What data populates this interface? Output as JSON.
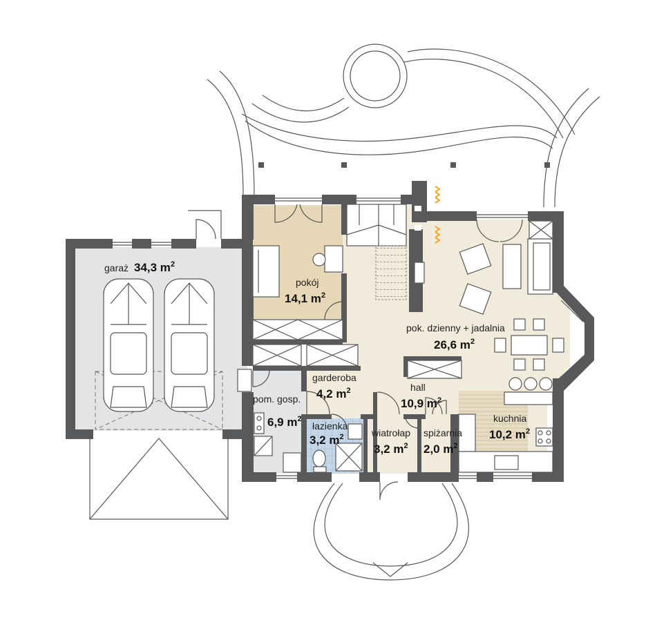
{
  "colors": {
    "wall": "#58595b",
    "living_floor": "#f1ebdc",
    "room_pokoj": "#e6d7b6",
    "garage_floor": "#e3e4e5",
    "bathroom_tiles": "#c5d7e6",
    "outline": "#666666",
    "fireplace_accent": "#f3a72b"
  },
  "rooms": {
    "garaz": {
      "name": "garaż",
      "area": "34,3 m",
      "sup": "2"
    },
    "pokoj": {
      "name": "pokój",
      "area": "14,1 m",
      "sup": "2"
    },
    "dzienny": {
      "name": "pok. dzienny + jadalnia",
      "area": "26,6 m",
      "sup": "2"
    },
    "garderoba": {
      "name": "garderoba",
      "area": "4,2 m",
      "sup": "2"
    },
    "hall": {
      "name": "hall",
      "area": "10,9 m",
      "sup": "2"
    },
    "gosp": {
      "name": "pom. gosp.",
      "area": "6,9 m",
      "sup": "2"
    },
    "lazienka": {
      "name": "łazienka",
      "area": "3,2 m",
      "sup": "2"
    },
    "wiatrolap": {
      "name": "wiatrołap",
      "area": "3,2 m",
      "sup": "2"
    },
    "spizarnia": {
      "name": "spiżarnia",
      "area": "2,0 m",
      "sup": "2"
    },
    "kuchnia": {
      "name": "kuchnia",
      "area": "10,2 m",
      "sup": "2"
    }
  }
}
